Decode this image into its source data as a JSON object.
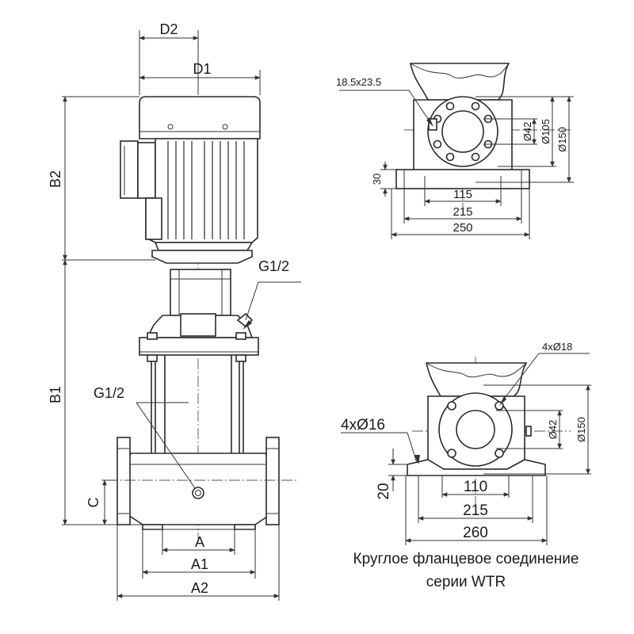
{
  "front_view": {
    "labels": {
      "d2": "D2",
      "d1": "D1",
      "b2": "B2",
      "b1": "B1",
      "c": "C",
      "a": "A",
      "a1": "A1",
      "a2": "A2",
      "g12_upper": "G1/2",
      "g12_lower": "G1/2"
    }
  },
  "top_view": {
    "labels": {
      "bolt_slot": "18.5x23.5",
      "dia_42": "Ø42",
      "dia_105": "Ø105",
      "dia_150": "Ø150",
      "height_30": "30",
      "width_115": "115",
      "width_215": "215",
      "width_250": "250"
    }
  },
  "bottom_view": {
    "labels": {
      "holes_18": "4xØ18",
      "holes_16": "4xØ16",
      "dia_42": "Ø42",
      "dia_150": "Ø150",
      "height_20": "20",
      "width_110": "110",
      "width_215": "215",
      "width_260": "260"
    }
  },
  "caption": {
    "line1": "Круглое фланцевое соединение",
    "line2": "серии WTR"
  }
}
